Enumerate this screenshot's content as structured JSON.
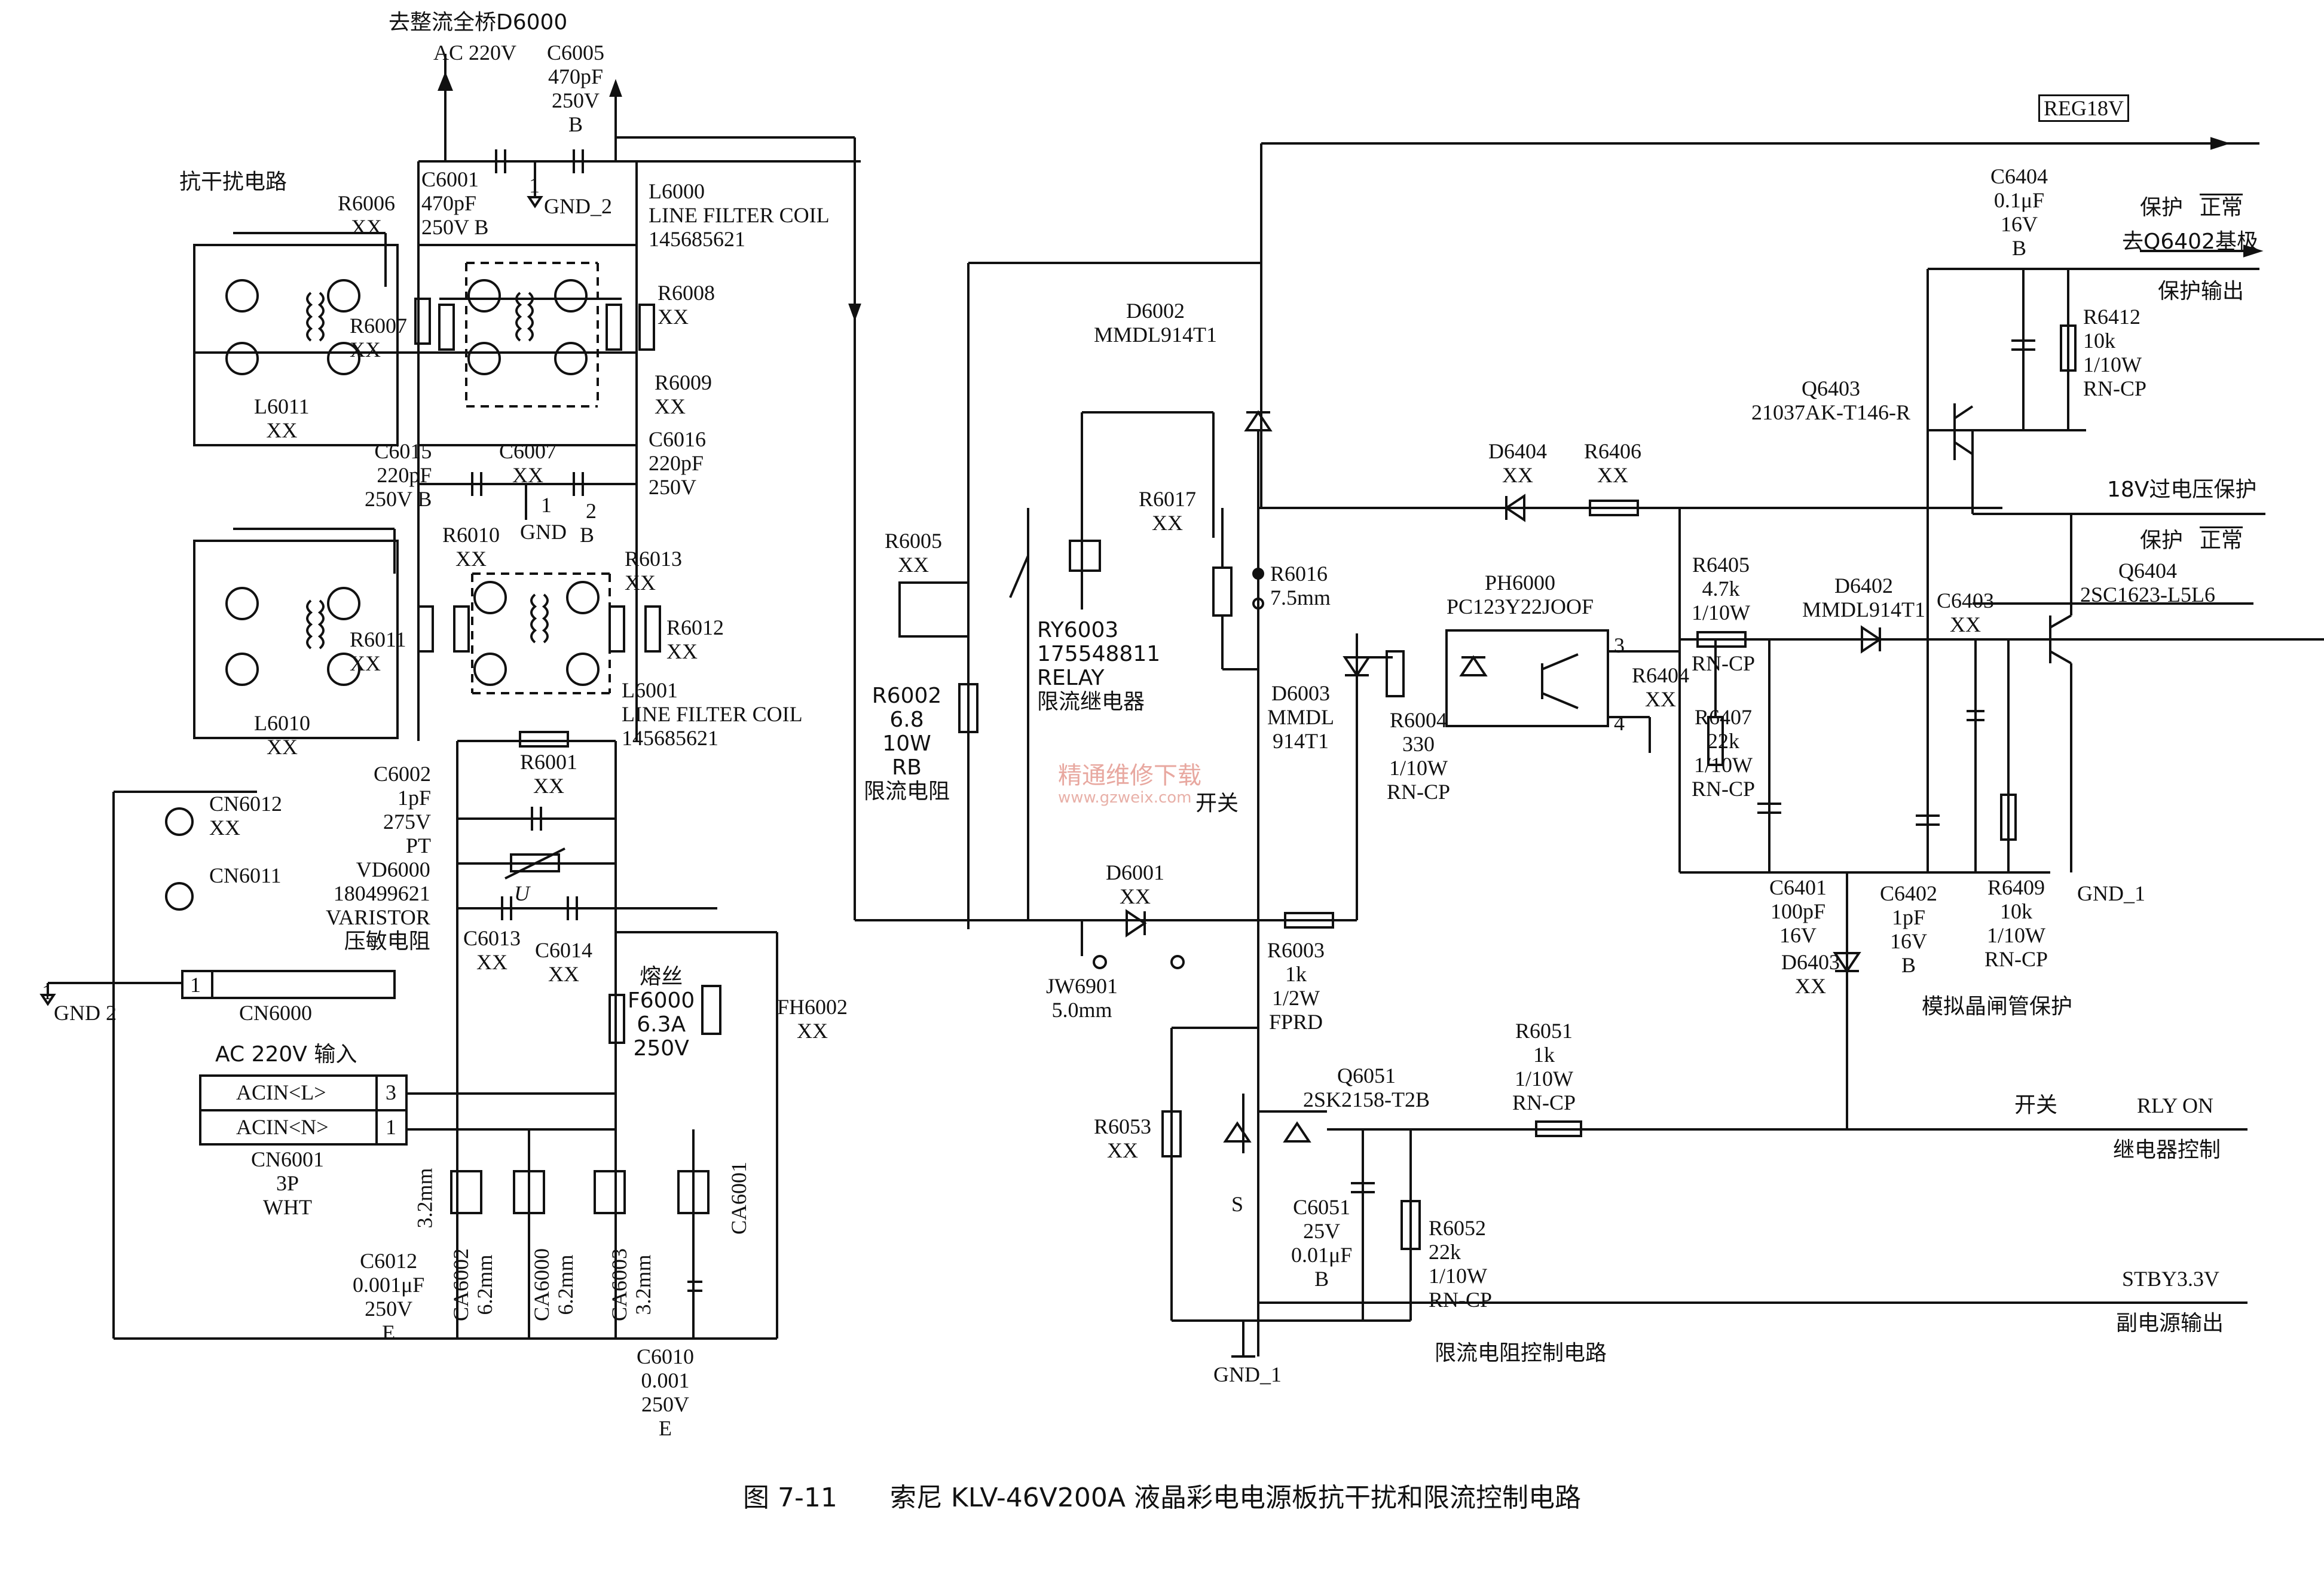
{
  "caption": {
    "figure_no": "图 7-11",
    "title": "索尼 KLV-46V200A 液晶彩电电源板抗干扰和限流控制电路"
  },
  "watermark": {
    "line1": "精通维修下载",
    "line2": "www.gzweix.com"
  },
  "top": {
    "to_bridge": "去整流全桥D6000",
    "ac": "AC 220V",
    "c6005": "C6005\n470pF\n250V\nB",
    "gnd2": "GND_2",
    "gnd2_pin": "1"
  },
  "emi": {
    "title": "抗干扰电路",
    "c6001": "C6001\n470pF\n250V B",
    "r6006": "R6006\nXX",
    "l6000": "L6000\nLINE FILTER COIL\n145685621",
    "r6008": "R6008\nXX",
    "r6007": "R6007\nXX",
    "r6009": "R6009\nXX",
    "l6011": "L6011\nXX",
    "c6015": "C6015\n220pF\n250V B",
    "c6007": "C6007\nXX",
    "c6016": "C6016\n220pF\n250V",
    "gnd_mid": "GND",
    "gnd_pin1": "1",
    "gnd_pin2": "2",
    "gnd_b": "B",
    "r6010": "R6010\nXX",
    "r6013": "R6013\nXX",
    "r6011": "R6011\nXX",
    "r6012": "R6012\nXX",
    "l6010": "L6010\nXX",
    "l6001": "L6001\nLINE FILTER COIL\n145685621",
    "r6001": "R6001\nXX",
    "c6002": "C6002\n1pF\n275V\nPT",
    "vd6000": "VD6000\n180499621\nVARISTOR\n压敏电阻",
    "u": "U",
    "c6013": "C6013\nXX",
    "c6014": "C6014\nXX",
    "fuse": "熔丝\nF6000\n6.3A\n250V",
    "fh6002": "FH6002\nXX",
    "cn6012": "CN6012\nXX",
    "cn6011": "CN6011",
    "gnd_left": "GND 2",
    "gnd_left_pin": "1",
    "cn6000_pin": "1",
    "cn6000": "CN6000",
    "ac_in": "AC 220V 输入",
    "acin_l": "ACIN<L>",
    "acin_l_pin": "3",
    "acin_n": "ACIN<N>",
    "acin_n_pin": "1",
    "cn6001": "CN6001\n3P\nWHT",
    "gap_3_2": "3.2mm",
    "ca6002": "CA6002\n6.2mm",
    "ca6000": "CA6000\n6.2mm",
    "ca6003": "CA6003\n3.2mm",
    "ca6001": "CA6001",
    "c6012": "C6012\n0.001μF\n250V\nE",
    "c6010": "C6010\n0.001\n250V\nE"
  },
  "relay": {
    "r6005": "R6005\nXX",
    "r6002": "R6002\n6.8\n10W\nRB\n限流电阻",
    "d6002": "D6002\nMMDL914T1",
    "r6017": "R6017\nXX",
    "r6016": "R6016\n7.5mm",
    "ry6003": "RY6003\n175548811\nRELAY\n限流继电器",
    "d6003": "D6003\nMMDL\n914T1",
    "switch_mark": "开关",
    "d6001": "D6001\nXX",
    "jw6901": "JW6901\n5.0mm",
    "r6003": "R6003\n1k\n1/2W\nFPRD",
    "q6051": "Q6051\n2SK2158-T2B",
    "r6053": "R6053\nXX",
    "s": "S",
    "c6051": "C6051\n25V\n0.01μF\nB",
    "r6052": "R6052\n22k\n1/10W\nRN-CP",
    "gnd1": "GND_1",
    "r6051": "R6051\n1k\n1/10W\nRN-CP",
    "subtitle": "限流电阻控制电路"
  },
  "protect": {
    "reg18v": "REG18V",
    "c6404": "C6404\n0.1μF\n16V\nB",
    "prot_normal1": "保护",
    "normal1": "正常",
    "to_q6402": "去Q6402基极",
    "prot_out": "保护输出",
    "r6412": "R6412\n10k\n1/10W\nRN-CP",
    "q6403": "Q6403\n21037AK-T146-R",
    "d6404": "D6404\nXX",
    "r6406": "R6406\nXX",
    "ov18": "18V过电压保护",
    "prot_normal2": "保护",
    "normal2": "正常",
    "q6404": "Q6404\n2SC1623-L5L6",
    "ph6000": "PH6000\nPC123Y22JOOF",
    "r6405": "R6405\n4.7k\n1/10W",
    "rn_cp1": "RN-CP",
    "d6402": "D6402\nMMDL914T1",
    "c6403": "C6403\nXX",
    "pin3": "3",
    "pin4": "4",
    "r6404": "R6404\nXX",
    "r6004": "R6004\n330\n1/10W\nRN-CP",
    "r6407": "R6407\n22k\n1/10W\nRN-CP",
    "c6401": "C6401\n100pF\n16V",
    "d6403": "D6403\nXX",
    "c6402": "C6402\n1pF\n16V\nB",
    "r6409": "R6409\n10k\n1/10W\nRN-CP",
    "gnd1b": "GND_1",
    "scr": "模拟晶闸管保护",
    "sw2": "开关",
    "rly_on": "RLY ON",
    "relay_ctrl": "继电器控制",
    "stby": "STBY3.3V",
    "aux_out": "副电源输出"
  }
}
